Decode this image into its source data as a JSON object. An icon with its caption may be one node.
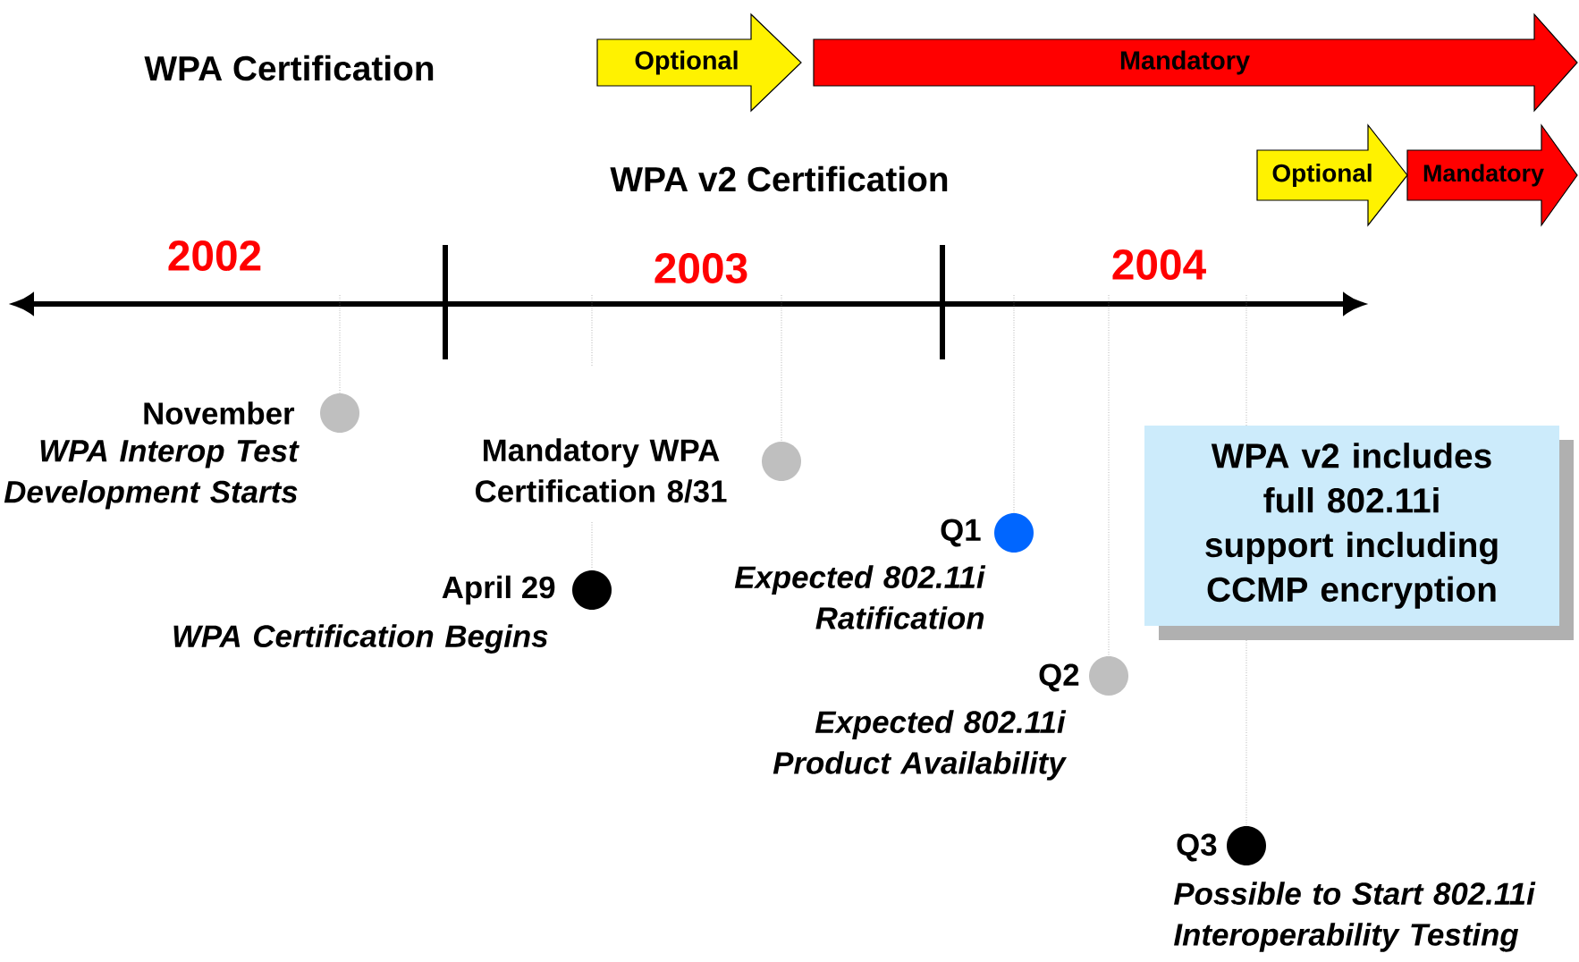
{
  "diagram": {
    "nodes": [
      {
        "text": [
          "Optional"
        ]
      },
      {
        "text": [
          "Mandatory"
        ]
      },
      {
        "text": [
          "Optional"
        ]
      },
      {
        "text": [
          "Mandatory"
        ]
      },
      {
        "text": [
          "WPA v2 includes full 802.11i support including CCMP encryption"
        ]
      },
      {
        "text": [],
        "shape": "circle",
        "beside": [
          "November",
          "WPA Interop Test Development Starts"
        ]
      },
      {
        "text": [],
        "shape": "circle",
        "beside": [
          "April 29",
          "WPA Certification Begins"
        ]
      },
      {
        "text": [],
        "shape": "circle",
        "beside": [
          "Mandatory WPA Certification 8/31"
        ]
      },
      {
        "text": [],
        "shape": "circle",
        "beside": [
          "Q1",
          "Expected 802.11i Ratification"
        ]
      },
      {
        "text": [],
        "shape": "circle",
        "beside": [
          "Q2",
          "Expected 802.11i Product Availability"
        ]
      },
      {
        "text": [],
        "shape": "circle",
        "beside": [
          "Q3",
          "Possible to Start 802.11i Interoperability Testing"
        ]
      }
    ],
    "edges": [
      {
        "from": null,
        "to": 5,
        "arrow": "none"
      },
      {
        "from": null,
        "to": 6,
        "arrow": "none"
      },
      {
        "from": null,
        "to": 7,
        "arrow": "none"
      },
      {
        "from": null,
        "to": 8,
        "arrow": "none"
      },
      {
        "from": null,
        "to": 9,
        "arrow": "none"
      },
      {
        "from": null,
        "to": 10,
        "arrow": "none"
      }
    ],
    "labels": [
      "WPA Certification",
      "WPA v2 Certification",
      "2002",
      "2003",
      "2004"
    ]
  }
}
